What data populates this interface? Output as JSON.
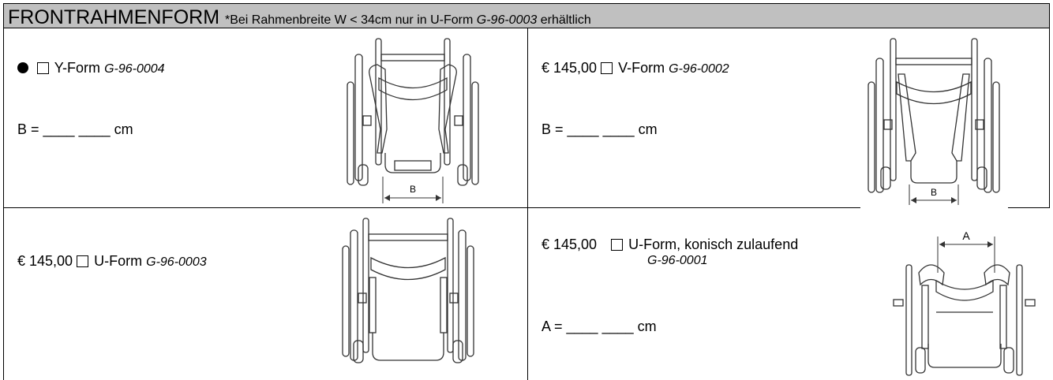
{
  "header": {
    "title": "FRONTRAHMENFORM",
    "note_prefix": "*Bei Rahmenbreite W < 34cm nur in U-Form",
    "note_code": "G-96-0003",
    "note_suffix": "erhältlich"
  },
  "options": {
    "y_form": {
      "bullet": "●",
      "label": "Y-Form",
      "code": "G-96-0004",
      "field": "B = ____ ____ cm",
      "dim_label": "B"
    },
    "v_form": {
      "price": "€ 145,00",
      "label": "V-Form",
      "code": "G-96-0002",
      "field": "B = ____ ____ cm",
      "dim_label": "B"
    },
    "u_form": {
      "price": "€ 145,00",
      "label": "U-Form",
      "code": "G-96-0003"
    },
    "u_form_konisch": {
      "price": "€ 145,00",
      "label": "U-Form, konisch zulaufend",
      "code": "G-96-0001",
      "field": "A = ____ ____ cm",
      "dim_label": "A"
    }
  },
  "colors": {
    "header_bg": "#c0c0c0",
    "border": "#000000"
  }
}
